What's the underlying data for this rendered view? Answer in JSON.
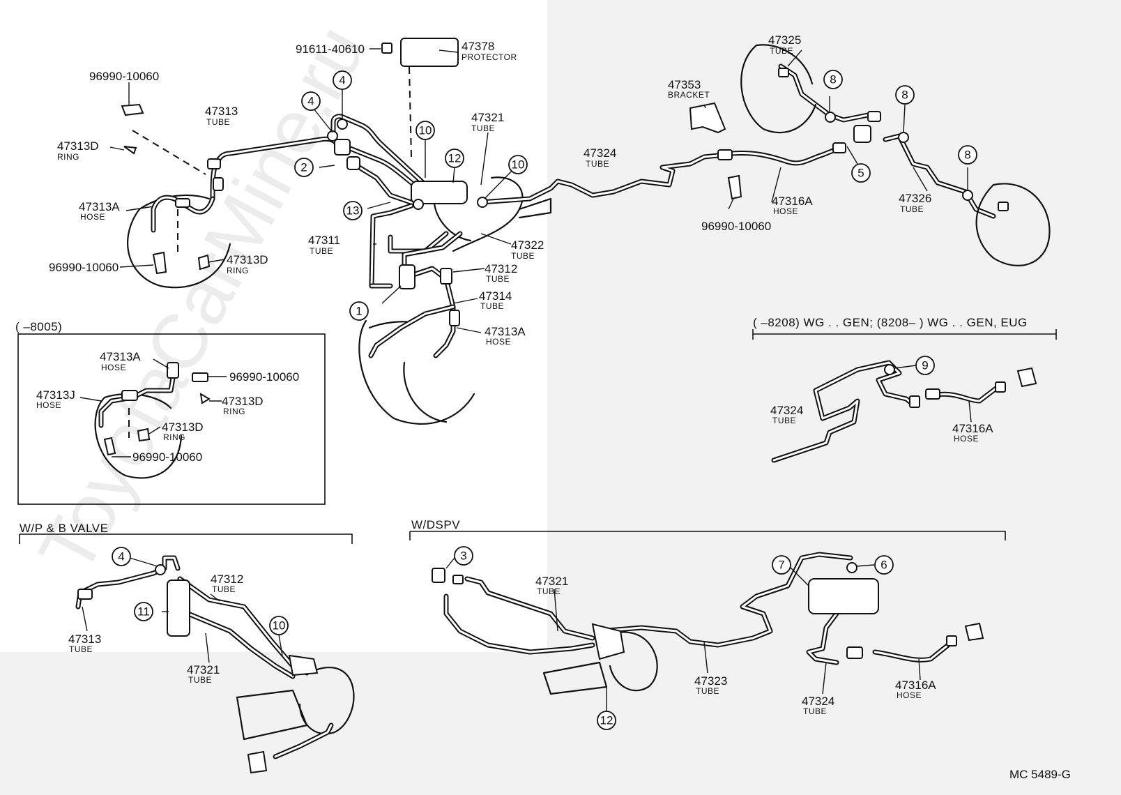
{
  "watermark": "ToyotaCarMine.ru",
  "drawing_code": "MC 5489-G",
  "sections": {
    "inset_8005": "(      –8005)",
    "wg_range": "(       –8208) WG . . GEN; (8208–          ) WG . . GEN, EUG",
    "wp_valve": "W/P  &  B  VALVE",
    "w_dspv": "W/DSPV"
  },
  "parts": {
    "p91611_40610": "91611-40610",
    "p47378": "47378",
    "p47378_name": "PROTECTOR",
    "p96990_10060_top": "96990-10060",
    "p47313_top": "47313",
    "p47313_top_name": "TUBE",
    "p47313D_top": "47313D",
    "p47313D_top_name": "RING",
    "p47313A_left": "47313A",
    "p47313A_left_name": "HOSE",
    "p96990_10060_left": "96990-10060",
    "p47313D_left": "47313D",
    "p47313D_left_name": "RING",
    "p47321_main": "47321",
    "p47321_main_name": "TUBE",
    "p47311": "47311",
    "p47311_name": "TUBE",
    "p47322": "47322",
    "p47322_name": "TUBE",
    "p47312_main": "47312",
    "p47312_main_name": "TUBE",
    "p47314": "47314",
    "p47314_name": "TUBE",
    "p47313A_front": "47313A",
    "p47313A_front_name": "HOSE",
    "p47324_main": "47324",
    "p47324_main_name": "TUBE",
    "p47353": "47353",
    "p47353_name": "BRACKET",
    "p47325": "47325",
    "p47325_name": "TUBE",
    "p47316A_main": "47316A",
    "p47316A_main_name": "HOSE",
    "p96990_10060_rear": "96990-10060",
    "p47326": "47326",
    "p47326_name": "TUBE",
    "inset_47313A": "47313A",
    "inset_47313A_name": "HOSE",
    "inset_96990_a": "96990-10060",
    "inset_47313J": "47313J",
    "inset_47313J_name": "HOSE",
    "inset_47313D_a": "47313D",
    "inset_47313D_a_name": "RING",
    "inset_47313D_b": "47313D",
    "inset_47313D_b_name": "RING",
    "inset_96990_b": "96990-10060",
    "wg_47324": "47324",
    "wg_47324_name": "TUBE",
    "wg_47316A": "47316A",
    "wg_47316A_name": "HOSE",
    "wp_47312": "47312",
    "wp_47312_name": "TUBE",
    "wp_47313": "47313",
    "wp_47313_name": "TUBE",
    "wp_47321": "47321",
    "wp_47321_name": "TUBE",
    "ds_47321": "47321",
    "ds_47321_name": "TUBE",
    "ds_47323": "47323",
    "ds_47323_name": "TUBE",
    "ds_47324": "47324",
    "ds_47324_name": "TUBE",
    "ds_47316A": "47316A",
    "ds_47316A_name": "HOSE"
  },
  "callouts": {
    "c1": "1",
    "c2": "2",
    "c3": "3",
    "c4a": "4",
    "c4b": "4",
    "c4c": "4",
    "c5": "5",
    "c6": "6",
    "c7": "7",
    "c8a": "8",
    "c8b": "8",
    "c8c": "8",
    "c9": "9",
    "c10a": "10",
    "c10b": "10",
    "c10c": "10",
    "c11": "11",
    "c12a": "12",
    "c12b": "12",
    "c13": "13"
  }
}
